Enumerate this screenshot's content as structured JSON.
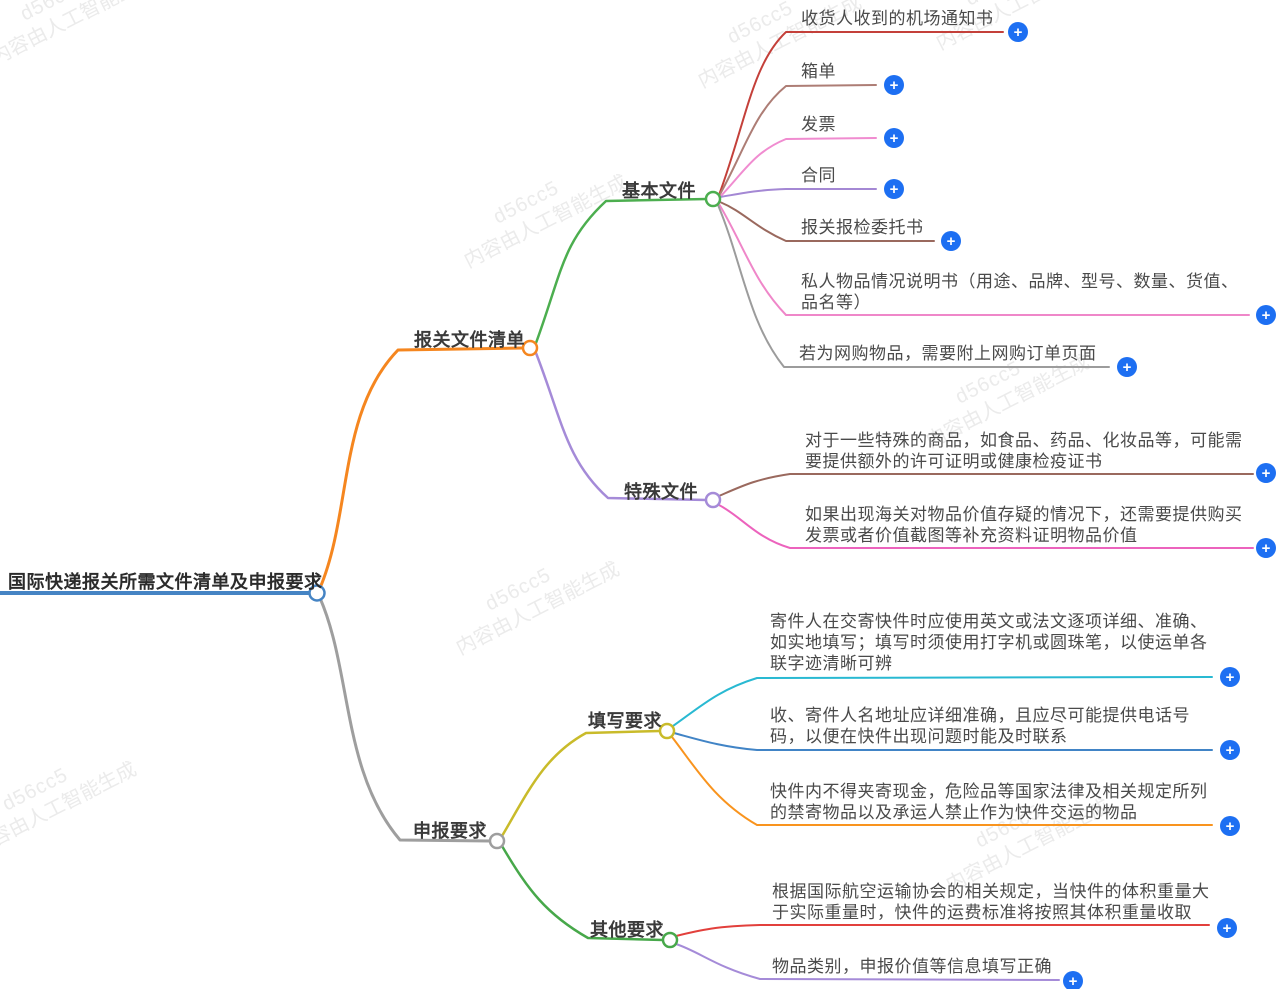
{
  "watermark": {
    "line1": "d56cc5",
    "line2": "内容由人工智能生成"
  },
  "icons": {
    "plus": "+",
    "plus_bg": "#1d6ff2"
  },
  "mindmap": {
    "root": {
      "label": "国际快递报关所需文件清单及申报要求",
      "color": "#4584c4"
    },
    "branches": [
      {
        "label": "报关文件清单",
        "color": "#f5861f",
        "children": [
          {
            "label": "基本文件",
            "color": "#4cae4f",
            "leaves": [
              {
                "text": "收货人收到的机场通知书",
                "color": "#c4403a"
              },
              {
                "text": "箱单",
                "color": "#ad7d75"
              },
              {
                "text": "发票",
                "color": "#f08cd0"
              },
              {
                "text": "合同",
                "color": "#a488d4"
              },
              {
                "text": "报关报检委托书",
                "color": "#9a695e"
              },
              {
                "text": "私人物品情况说明书（用途、品牌、型号、数量、货值、\n品名等）",
                "color": "#ef87c9"
              },
              {
                "text": "若为网购物品，需要附上网购订单页面",
                "color": "#9c9c9c"
              }
            ]
          },
          {
            "label": "特殊文件",
            "color": "#a58bd8",
            "leaves": [
              {
                "text": "对于一些特殊的商品，如食品、药品、化妆品等，可能需\n要提供额外的许可证明或健康检疫证书",
                "color": "#9a695e"
              },
              {
                "text": "如果出现海关对物品价值存疑的情况下，还需要提供购买\n发票或者价值截图等补充资料证明物品价值",
                "color": "#ec63bd"
              }
            ]
          }
        ]
      },
      {
        "label": "申报要求",
        "color": "#9e9e9e",
        "children": [
          {
            "label": "填写要求",
            "color": "#c9bb2a",
            "leaves": [
              {
                "text": "寄件人在交寄快件时应使用英文或法文逐项详细、准确、\n如实地填写；填写时须使用打字机或圆珠笔，以使运单各\n联字迹清晰可辨",
                "color": "#29b9d2"
              },
              {
                "text": "收、寄件人名地址应详细准确，且应尽可能提供电话号\n码，以便在快件出现问题时能及时联系",
                "color": "#4184c6"
              },
              {
                "text": "快件内不得夹寄现金，危险品等国家法律及相关规定所列\n的禁寄物品以及承运人禁止作为快件交运的物品",
                "color": "#f9941e"
              }
            ]
          },
          {
            "label": "其他要求",
            "color": "#47a84a",
            "leaves": [
              {
                "text": "根据国际航空运输协会的相关规定，当快件的体积重量大\n于实际重量时，快件的运费标准将按照其体积重量收取",
                "color": "#e2403c"
              },
              {
                "text": "物品类别，申报价值等信息填写正确",
                "color": "#a58bd8"
              }
            ]
          }
        ]
      }
    ]
  }
}
